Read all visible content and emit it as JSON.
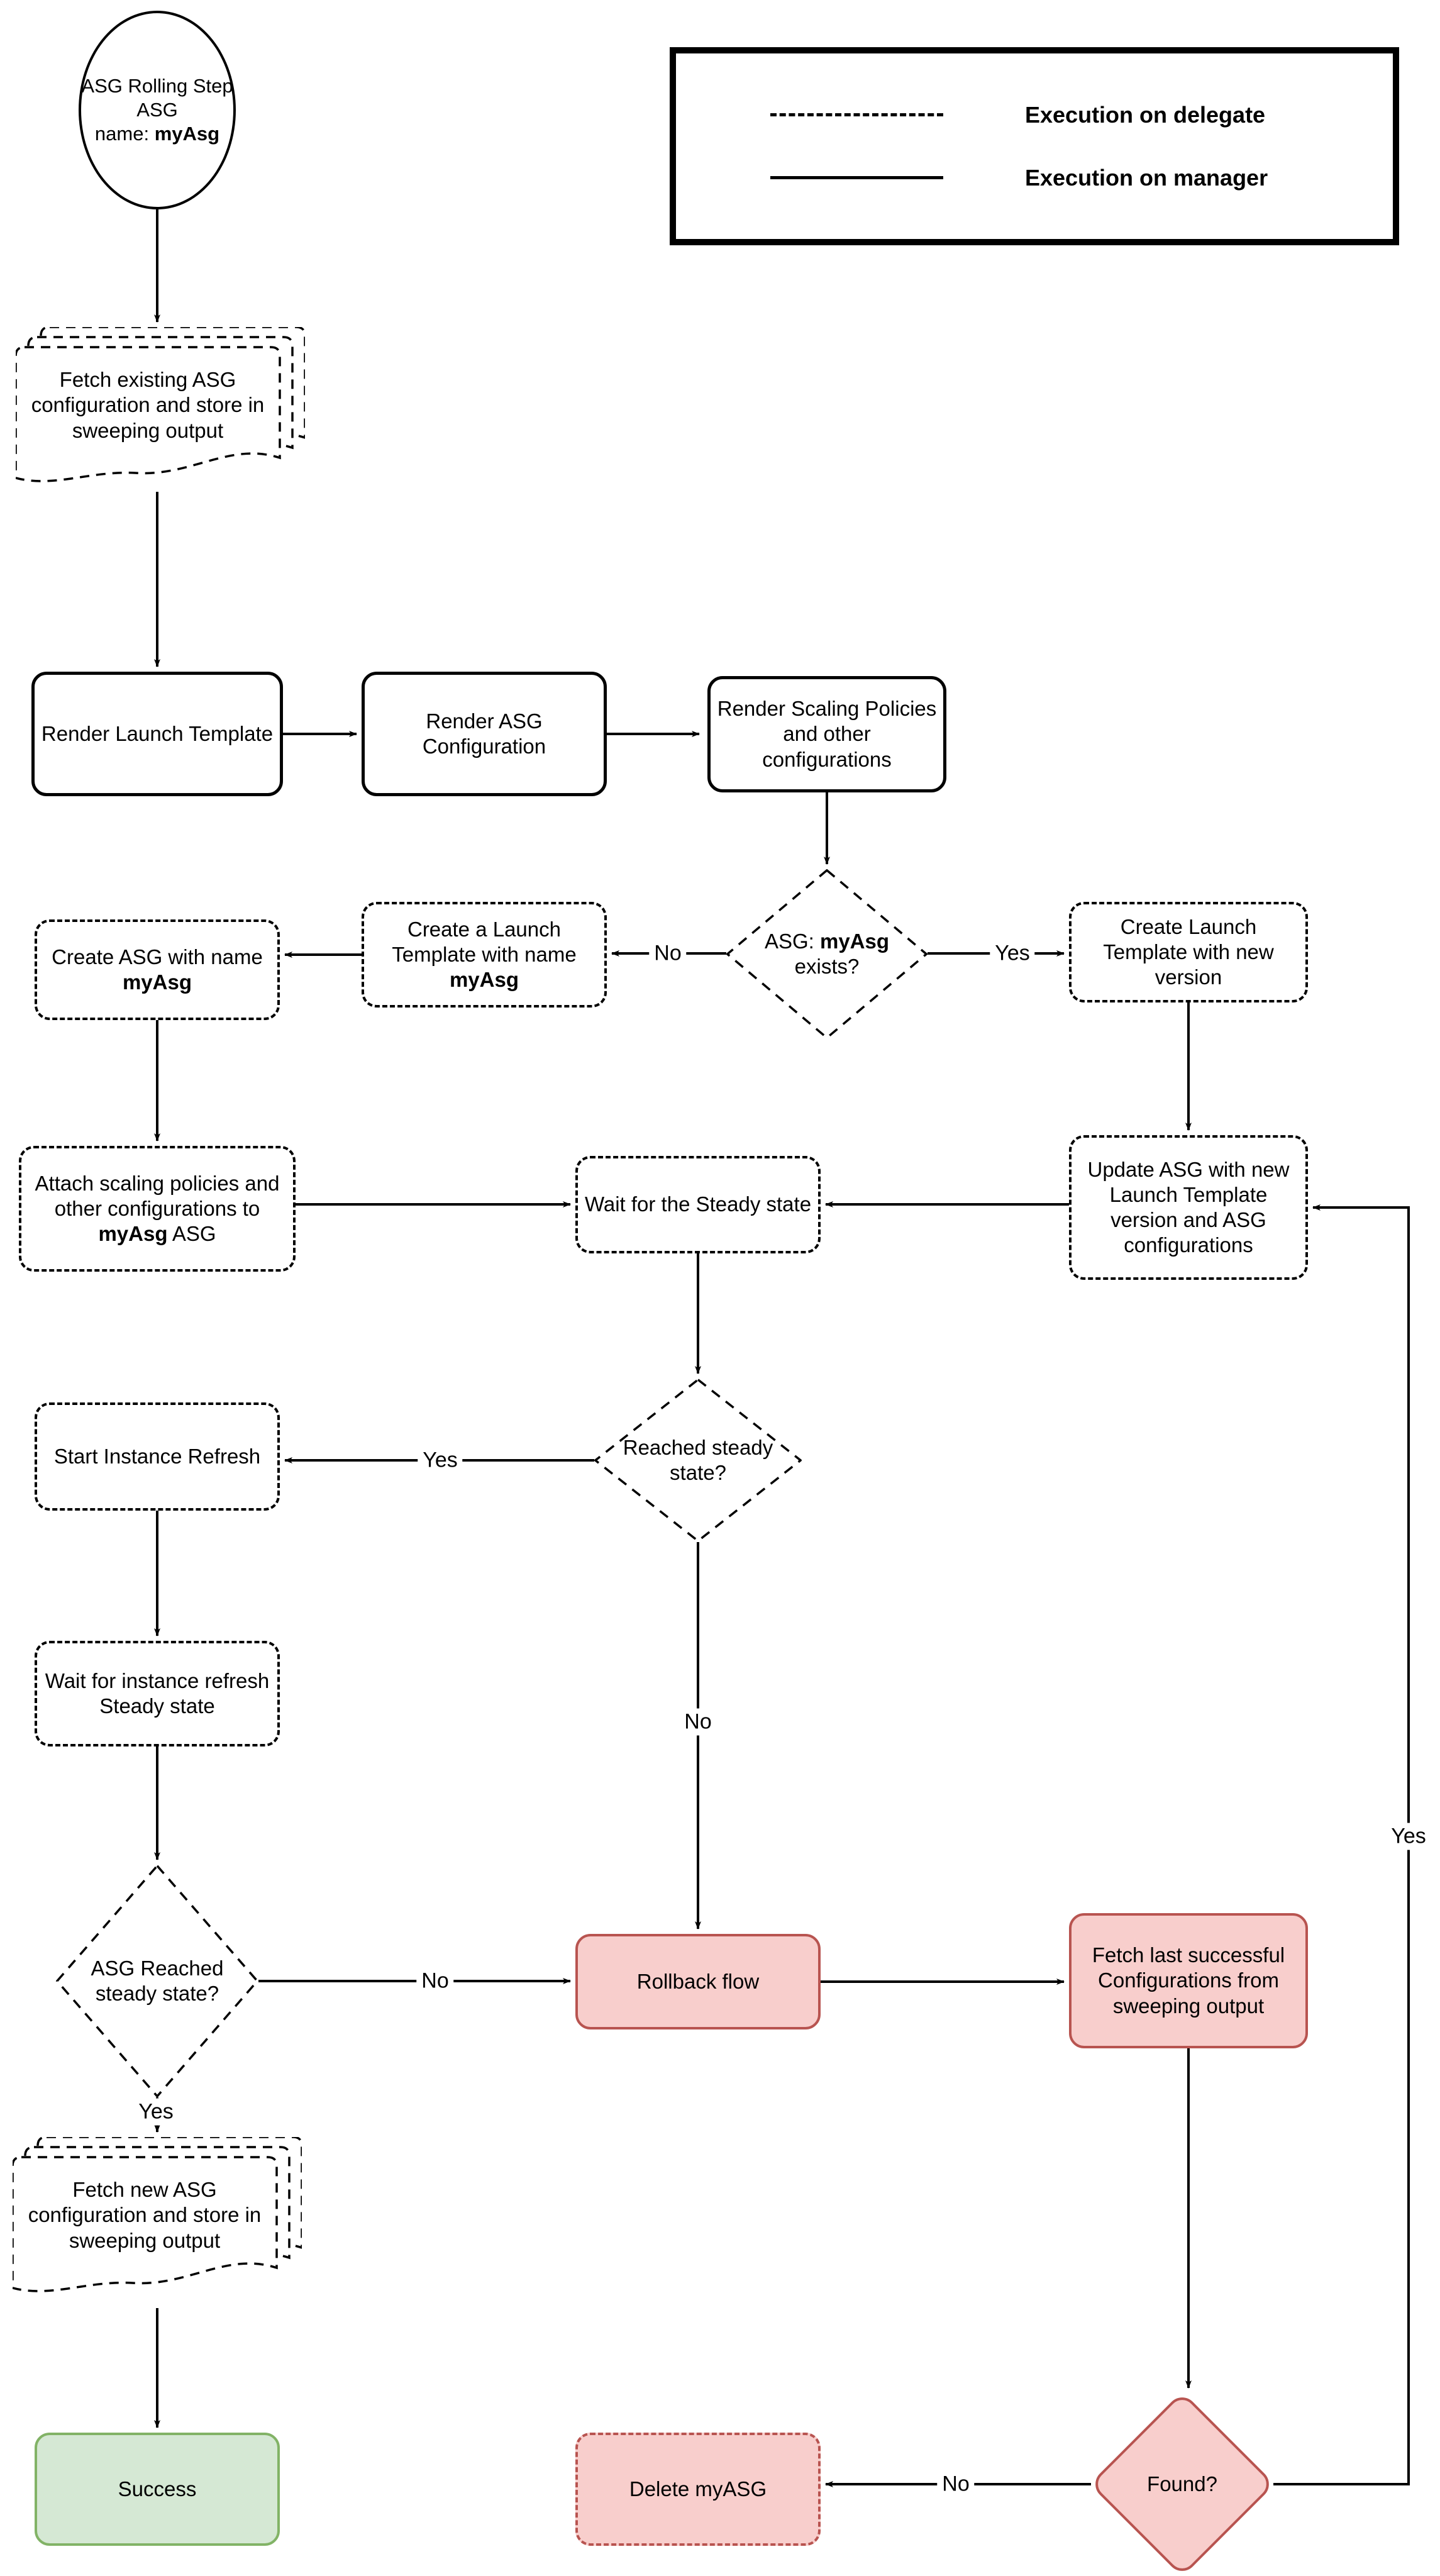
{
  "legend": {
    "delegate_label": "Execution on delegate",
    "manager_label": "Execution on manager"
  },
  "labels": {
    "yes": "Yes",
    "no": "No"
  },
  "colors": {
    "error_fill": "#F8CECC",
    "error_stroke": "#B85450",
    "success_fill": "#D5E8D4",
    "success_stroke": "#82B366",
    "line": "#000000",
    "background": "#FFFFFF"
  },
  "nodes": {
    "start": {
      "line1": "ASG Rolling Step",
      "line2": "ASG",
      "line3_pre": "name: ",
      "line3_bold": "myAsg"
    },
    "fetch_existing": {
      "text": "Fetch existing ASG configuration and store in sweeping output"
    },
    "render_launch_template": {
      "text": "Render Launch Template"
    },
    "render_asg_config": {
      "text": "Render ASG Configuration"
    },
    "render_scaling": {
      "text": "Render Scaling Policies and other configurations"
    },
    "asg_exists": {
      "pre": "ASG: ",
      "bold": "myAsg",
      "suf": " exists?"
    },
    "create_asg": {
      "pre": "Create ASG with name ",
      "bold": "myAsg"
    },
    "create_launch_template": {
      "pre": "Create a Launch Template with name ",
      "bold": "myAsg"
    },
    "create_lt_new_version": {
      "text": "Create Launch Template with new version"
    },
    "attach_policies": {
      "pre": "Attach scaling policies and other configurations to ",
      "bold": "myAsg",
      "suf": " ASG"
    },
    "wait_steady": {
      "text": "Wait for the Steady state"
    },
    "update_asg": {
      "text": "Update ASG with new Launch Template version and ASG configurations"
    },
    "reached_steady": {
      "text": "Reached steady state?"
    },
    "start_instance_refresh": {
      "text": "Start Instance Refresh"
    },
    "wait_instance_refresh": {
      "text": "Wait for instance refresh Steady state"
    },
    "asg_reached_steady": {
      "text": "ASG Reached steady state?"
    },
    "rollback": {
      "text": "Rollback flow"
    },
    "fetch_last": {
      "text": "Fetch last successful Configurations from sweeping output"
    },
    "fetch_new": {
      "text": "Fetch new ASG configuration and store in sweeping output"
    },
    "success": {
      "text": "Success"
    },
    "delete_asg": {
      "text": "Delete myASG"
    },
    "found": {
      "text": "Found?"
    }
  }
}
